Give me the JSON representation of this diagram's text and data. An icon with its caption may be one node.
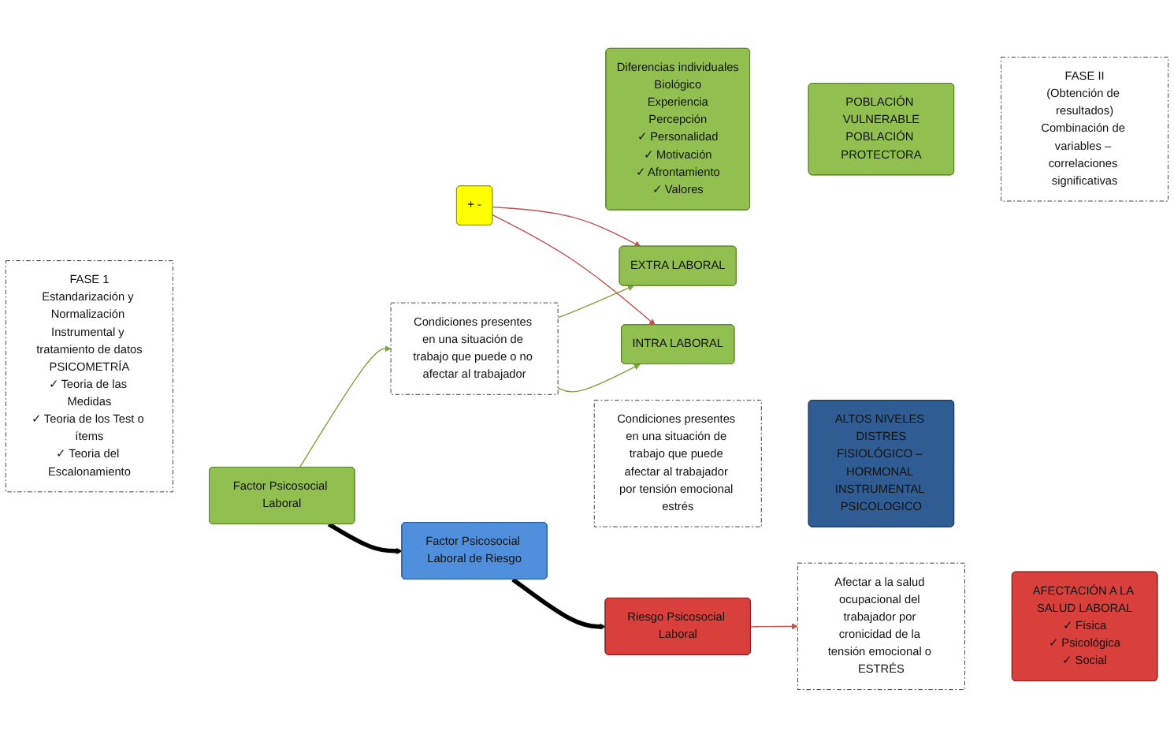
{
  "diagram": {
    "nodes": [
      {
        "text": [
          "FASE 1",
          "Estandarización y Normalización Instrumental y tratamiento de datos",
          "PSICOMETRÍA",
          "✓ Teoria de las Medidas",
          "✓ Teoria de los Test o ítems",
          "✓ Teoria del Escalonamiento"
        ]
      },
      {
        "text": [
          "Factor Psicosocial Laboral"
        ]
      },
      {
        "text": [
          "Condiciones presentes en una situación de trabajo que puede o no afectar al trabajador"
        ]
      },
      {
        "text": [
          "INTRA LABORAL"
        ]
      },
      {
        "text": [
          "EXTRA LABORAL"
        ]
      },
      {
        "text": [
          "+ -"
        ]
      },
      {
        "text": [
          "Diferencias individuales",
          "Biológico",
          "Experiencia",
          "Percepción",
          "✓ Personalidad",
          "✓ Motivación",
          "✓ Afrontamiento",
          "✓ Valores"
        ]
      },
      {
        "text": [
          "POBLACIÓN VULNERABLE",
          "POBLACIÓN PROTECTORA"
        ]
      },
      {
        "text": [
          "Factor Psicosocial Laboral de Riesgo"
        ]
      },
      {
        "text": [
          "Condiciones presentes en una situación de trabajo que puede afectar al trabajador por tensión emocional estrés"
        ]
      },
      {
        "text": [
          "ALTOS NIVELES DISTRES",
          "FISIOLÓGICO – HORMONAL INSTRUMENTAL PSICOLOGICO"
        ]
      },
      {
        "text": [
          "Riesgo Psicosocial Laboral"
        ]
      },
      {
        "text": [
          "Afectar a la salud ocupacional del trabajador por cronicidad de la tensión emocional o ESTRÉS"
        ]
      },
      {
        "text": [
          "AFECTACIÓN A LA SALUD LABORAL",
          "✓ Física",
          "✓ Psicológica",
          "✓ Social"
        ]
      },
      {
        "text": [
          "FASE II",
          "(Obtención de resultados)",
          "Combinación de variables – correlaciones significativas"
        ]
      }
    ],
    "edges": [
      {
        "from": 1,
        "to": 8,
        "arrow": "to",
        "style": "thick",
        "color": "#000000"
      },
      {
        "from": 8,
        "to": 11,
        "arrow": "to",
        "style": "thick",
        "color": "#000000"
      },
      {
        "from": 1,
        "to": 2,
        "arrow": "to"
      },
      {
        "from": 2,
        "to": 3,
        "arrow": "to"
      },
      {
        "from": 2,
        "to": 4,
        "arrow": "to"
      },
      {
        "from": 5,
        "to": 3,
        "arrow": "to",
        "color": "#c0504d"
      },
      {
        "from": 5,
        "to": 4,
        "arrow": "to",
        "color": "#c0504d"
      },
      {
        "from": 11,
        "to": 12,
        "arrow": "to",
        "color": "#c0504d"
      }
    ]
  }
}
